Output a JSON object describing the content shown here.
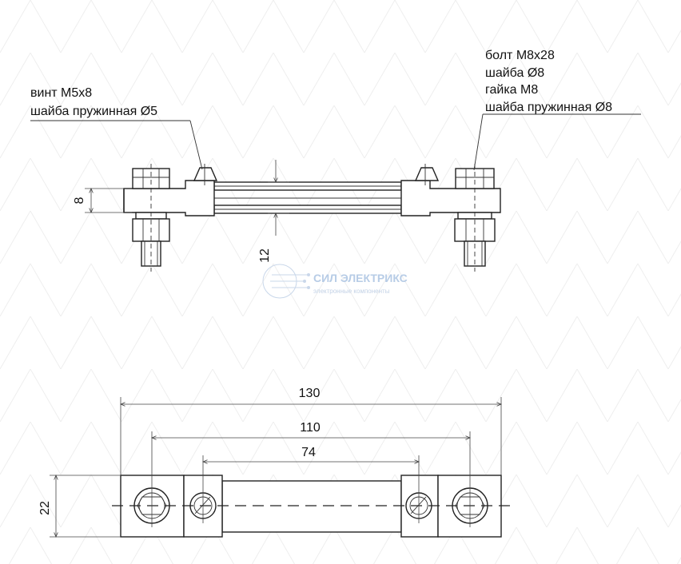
{
  "labels": {
    "left_callout": [
      "винт М5х8",
      "шайба пружинная Ø5"
    ],
    "right_callout": [
      "болт М8х28",
      "шайба Ø8",
      "гайка М8",
      "шайба пружинная Ø8"
    ]
  },
  "dimensions": {
    "height_left": "8",
    "gap": "12",
    "overall": "130",
    "holes_outer": "110",
    "holes_inner": "74",
    "width": "22"
  },
  "watermark": {
    "brand": "СИЛ ЭЛЕКТРИКС",
    "tagline": "электронные компоненты"
  },
  "colors": {
    "lines": "#222222",
    "watermark": "#b7cce6"
  }
}
